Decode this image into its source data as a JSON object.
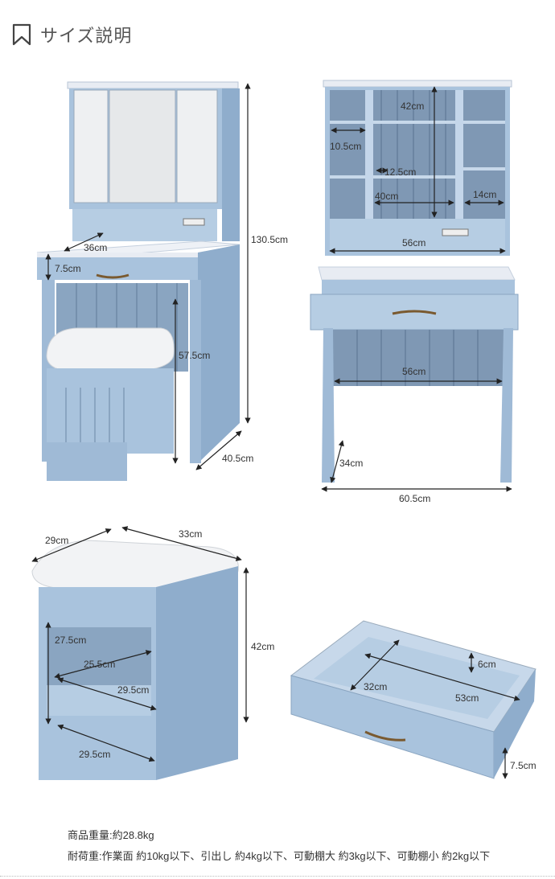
{
  "header": {
    "title": "サイズ説明",
    "icon": "bookmark-icon"
  },
  "colors": {
    "furniture": "#a9c3dd",
    "furniture_dark": "#7f9cba",
    "top": "#e8ecf3",
    "mirror": "#e9eaec",
    "arrow": "#222222",
    "handle": "#8a6a40"
  },
  "dresser_side": {
    "labels": {
      "depth_top": "36cm",
      "drawer_h": "7.5cm",
      "height": "130.5cm",
      "knee_h": "57.5cm",
      "depth": "40.5cm"
    }
  },
  "dresser_front": {
    "labels": {
      "shelf_h": "42cm",
      "shelf_w_small": "10.5cm",
      "shelf_gap": "12.5cm",
      "inner_w": "40cm",
      "side_w": "14cm",
      "upper_w": "56cm",
      "knee_w": "56cm",
      "leg_depth": "34cm",
      "width": "60.5cm"
    }
  },
  "stool": {
    "labels": {
      "depth": "29cm",
      "width": "33cm",
      "height": "42cm",
      "inner_h": "27.5cm",
      "inner_d": "25.5cm",
      "inner_w": "29.5cm",
      "bottom_w": "29.5cm"
    }
  },
  "drawer": {
    "labels": {
      "depth": "32cm",
      "width": "53cm",
      "inner_h": "6cm",
      "outer_h": "7.5cm"
    }
  },
  "footer": {
    "weight": "商品重量:約28.8kg",
    "load": "耐荷重:作業面 約10kg以下、引出し 約4kg以下、可動棚大 約3kg以下、可動棚小 約2kg以下"
  }
}
